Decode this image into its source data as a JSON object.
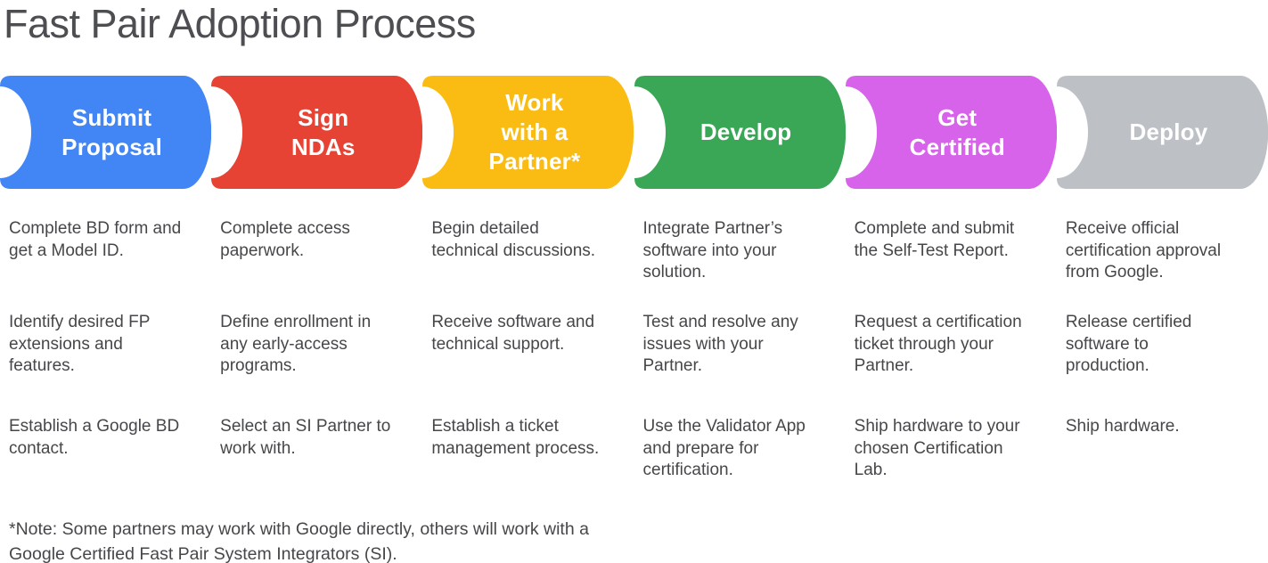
{
  "title": "Fast Pair Adoption Process",
  "colors": {
    "title_text": "#4C4E51",
    "body_text": "#46474A",
    "step_label_text": "#FFFFFF"
  },
  "steps": [
    {
      "label": "Submit\nProposal",
      "color": "#4285F4",
      "tasks": [
        "Complete BD form and\nget a Model ID.",
        "Identify desired FP\nextensions and\nfeatures.",
        "Establish a Google BD\ncontact."
      ]
    },
    {
      "label": "Sign\nNDAs",
      "color": "#E74335",
      "tasks": [
        "Complete access\npaperwork.",
        "Define enrollment in\nany early-access\nprograms.",
        "Select an SI Partner to\nwork with."
      ]
    },
    {
      "label": "Work\nwith a\nPartner*",
      "color": "#FABC13",
      "tasks": [
        "Begin detailed\ntechnical discussions.",
        "Receive software and\ntechnical support.",
        "Establish a ticket\nmanagement process."
      ]
    },
    {
      "label": "Develop",
      "color": "#3AA757",
      "tasks": [
        "Integrate Partner’s\nsoftware into your\nsolution.",
        "Test and resolve any\nissues with your\nPartner.",
        "Use the Validator App\nand prepare for\ncertification."
      ]
    },
    {
      "label": "Get\nCertified",
      "color": "#D763EA",
      "tasks": [
        "Complete and submit\nthe Self-Test Report.",
        "Request a certification\nticket through your\nPartner.",
        "Ship hardware to your\nchosen Certification\nLab."
      ]
    },
    {
      "label": "Deploy",
      "color": "#BDC1C6",
      "tasks": [
        "Receive official\ncertification approval\nfrom Google.",
        "Release certified\nsoftware to\nproduction.",
        "Ship hardware."
      ]
    }
  ],
  "footnote": "*Note: Some partners may work with Google directly, others will work with a\nGoogle Certified Fast Pair System Integrators (SI)."
}
